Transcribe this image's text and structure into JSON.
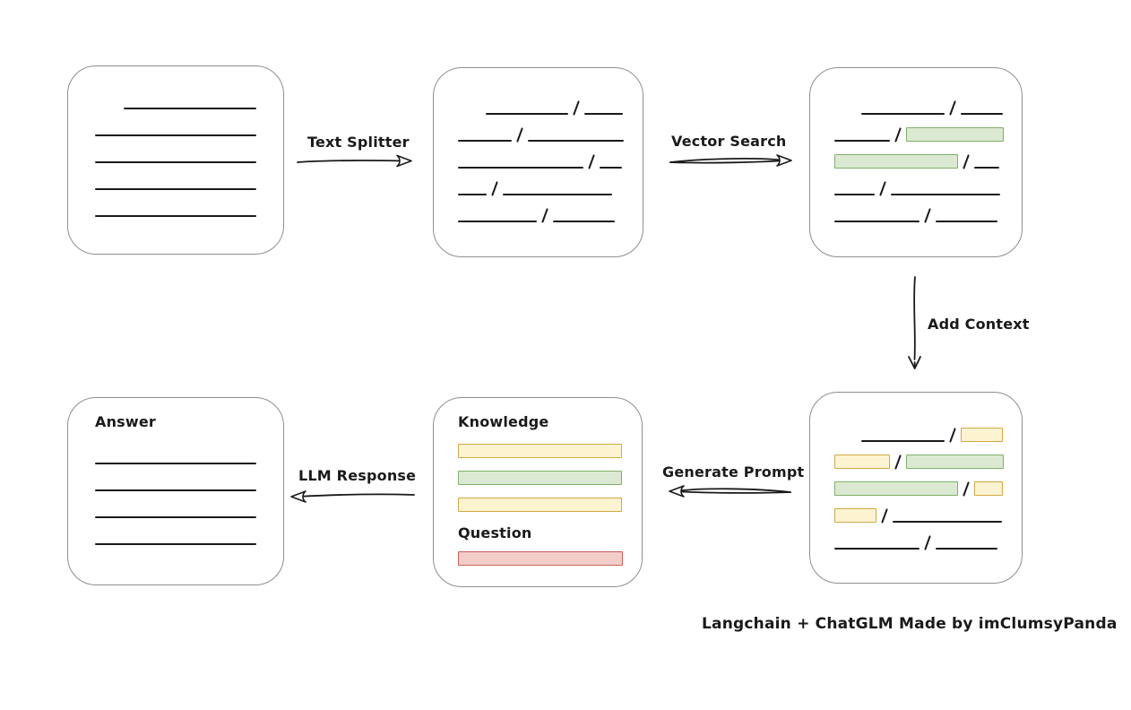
{
  "title": "Langchain + ChatGLM pipeline diagram",
  "colors": {
    "ink": "#1a1a1a",
    "box_border": "#8f8f8f",
    "green": {
      "fill": "#dbe9d2",
      "stroke": "#7fb066"
    },
    "yellow": {
      "fill": "#fcf3d1",
      "stroke": "#d1a942"
    },
    "red": {
      "fill": "#f2cdc9",
      "stroke": "#c4625d"
    }
  },
  "arrows": {
    "text_splitter": {
      "label": "Text Splitter"
    },
    "vector_search": {
      "label": "Vector Search"
    },
    "add_context": {
      "label": "Add Context"
    },
    "generate_prompt": {
      "label": "Generate Prompt"
    },
    "llm_response": {
      "label": "LLM Response"
    }
  },
  "attribution": "Langchain + ChatGLM Made by imClumsyPanda",
  "boxes": {
    "document": {
      "rows": [
        [
          {
            "t": "space",
            "w": 32
          },
          {
            "t": "line",
            "w": 148
          }
        ],
        [
          {
            "t": "line",
            "w": 180
          }
        ],
        [
          {
            "t": "line",
            "w": 180
          }
        ],
        [
          {
            "t": "line",
            "w": 180
          }
        ],
        [
          {
            "t": "line",
            "w": 180
          }
        ]
      ]
    },
    "chunks": {
      "rows": [
        [
          {
            "t": "space",
            "w": 31
          },
          {
            "t": "line",
            "w": 92
          },
          {
            "t": "slash"
          },
          {
            "t": "line",
            "w": 43
          }
        ],
        [
          {
            "t": "line",
            "w": 60
          },
          {
            "t": "slash"
          },
          {
            "t": "line",
            "w": 107
          }
        ],
        [
          {
            "t": "line",
            "w": 140
          },
          {
            "t": "slash"
          },
          {
            "t": "line",
            "w": 25
          }
        ],
        [
          {
            "t": "line",
            "w": 32
          },
          {
            "t": "slash"
          },
          {
            "t": "line",
            "w": 122
          }
        ],
        [
          {
            "t": "line",
            "w": 88
          },
          {
            "t": "slash"
          },
          {
            "t": "line",
            "w": 69
          }
        ]
      ]
    },
    "vector_results": {
      "rows": [
        [
          {
            "t": "space",
            "w": 30
          },
          {
            "t": "line",
            "w": 93
          },
          {
            "t": "slash"
          },
          {
            "t": "line",
            "w": 47
          }
        ],
        [
          {
            "t": "line",
            "w": 62
          },
          {
            "t": "slash"
          },
          {
            "t": "chunk",
            "c": "green",
            "w": 109
          }
        ],
        [
          {
            "t": "chunk",
            "c": "green",
            "w": 138
          },
          {
            "t": "slash"
          },
          {
            "t": "line",
            "w": 28
          }
        ],
        [
          {
            "t": "line",
            "w": 45
          },
          {
            "t": "slash"
          },
          {
            "t": "line",
            "w": 122
          }
        ],
        [
          {
            "t": "line",
            "w": 95
          },
          {
            "t": "slash"
          },
          {
            "t": "line",
            "w": 69
          }
        ]
      ]
    },
    "context": {
      "rows": [
        [
          {
            "t": "space",
            "w": 30
          },
          {
            "t": "line",
            "w": 93
          },
          {
            "t": "slash"
          },
          {
            "t": "chunk",
            "c": "yellow",
            "w": 47
          }
        ],
        [
          {
            "t": "chunk",
            "c": "yellow",
            "w": 62
          },
          {
            "t": "slash"
          },
          {
            "t": "chunk",
            "c": "green",
            "w": 109
          }
        ],
        [
          {
            "t": "chunk",
            "c": "green",
            "w": 138
          },
          {
            "t": "slash"
          },
          {
            "t": "chunk",
            "c": "yellow",
            "w": 32
          }
        ],
        [
          {
            "t": "chunk",
            "c": "yellow",
            "w": 47
          },
          {
            "t": "slash"
          },
          {
            "t": "line",
            "w": 122
          }
        ],
        [
          {
            "t": "line",
            "w": 95
          },
          {
            "t": "slash"
          },
          {
            "t": "line",
            "w": 69
          }
        ]
      ]
    },
    "prompt": {
      "knowledge_label": "Knowledge",
      "question_label": "Question",
      "knowledge_bars": [
        {
          "c": "yellow",
          "w": 183
        },
        {
          "c": "green",
          "w": 183
        },
        {
          "c": "yellow",
          "w": 183
        }
      ],
      "question_bars": [
        {
          "c": "red",
          "w": 184
        }
      ]
    },
    "answer": {
      "label": "Answer",
      "rows": [
        [
          {
            "t": "line",
            "w": 180
          }
        ],
        [
          {
            "t": "line",
            "w": 180
          }
        ],
        [
          {
            "t": "line",
            "w": 180
          }
        ],
        [
          {
            "t": "line",
            "w": 180
          }
        ]
      ]
    }
  }
}
